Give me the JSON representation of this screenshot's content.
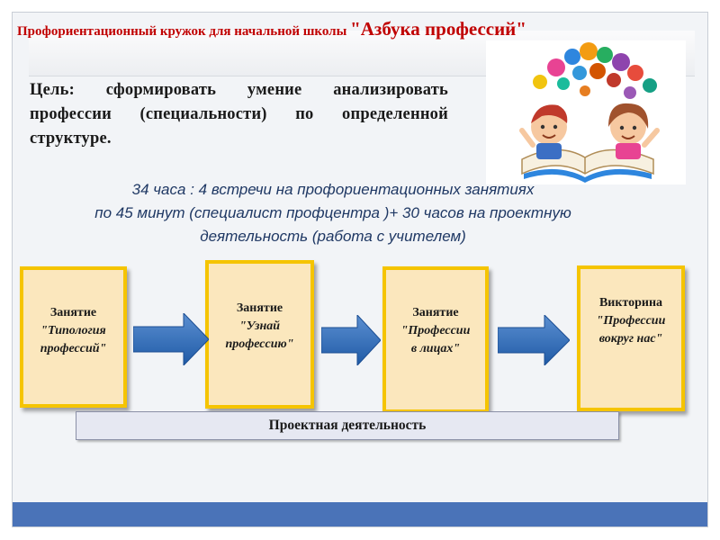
{
  "header": {
    "title_main": "Профориентационный кружок для начальной школы ",
    "title_accent": "\"Азбука профессий\""
  },
  "goal": {
    "text": "Цель: сформировать умение анализировать профессии (специальности) по определенной структуре."
  },
  "hours": {
    "line1": "34 часа : 4 встречи на профориентационных занятиях",
    "line2": "по 45 минут (специалист профцентра )+ 30 часов на проектную",
    "line3": "деятельность (работа с учителем)"
  },
  "steps": [
    {
      "label": "Занятие",
      "name_line1": "\"Типология",
      "name_line2": "профессий\""
    },
    {
      "label": "Занятие",
      "name_line1": "\"Узнай",
      "name_line2": "профессию\""
    },
    {
      "label": "Занятие",
      "name_line1": "\"Профессии",
      "name_line2": "в лицах\""
    },
    {
      "label": "Викторина",
      "name_line1": "\"Профессии",
      "name_line2": "вокруг нас\""
    }
  ],
  "project": {
    "label": "Проектная деятельность"
  },
  "colors": {
    "title": "#c00000",
    "hours_text": "#1f3864",
    "box_fill": "#fbe7bd",
    "box_border": "#f5c400",
    "arrow": "#2f6fb8",
    "footer": "#4a73b8"
  },
  "illustration": {
    "icon": "children-reading-book-icon"
  }
}
